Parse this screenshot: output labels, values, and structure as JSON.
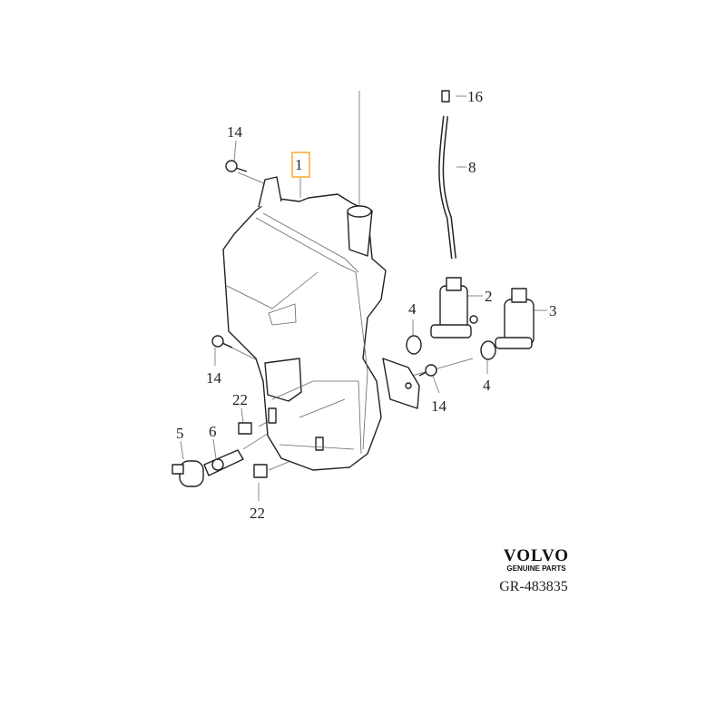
{
  "diagram": {
    "callouts": [
      {
        "id": "c14a",
        "text": "14"
      },
      {
        "id": "c1",
        "text": "1",
        "highlighted": true
      },
      {
        "id": "c16",
        "text": "16"
      },
      {
        "id": "c8",
        "text": "8"
      },
      {
        "id": "c2",
        "text": "2"
      },
      {
        "id": "c3",
        "text": "3"
      },
      {
        "id": "c4a",
        "text": "4"
      },
      {
        "id": "c14b",
        "text": "14"
      },
      {
        "id": "c4b",
        "text": "4"
      },
      {
        "id": "c14c",
        "text": "14"
      },
      {
        "id": "c22a",
        "text": "22"
      },
      {
        "id": "c5",
        "text": "5"
      },
      {
        "id": "c6",
        "text": "6"
      },
      {
        "id": "c22b",
        "text": "22"
      }
    ],
    "highlight_color": "#f5a623"
  },
  "brand": {
    "logo": "VOLVO",
    "tagline": "GENUINE PARTS",
    "reference": "GR-483835"
  }
}
